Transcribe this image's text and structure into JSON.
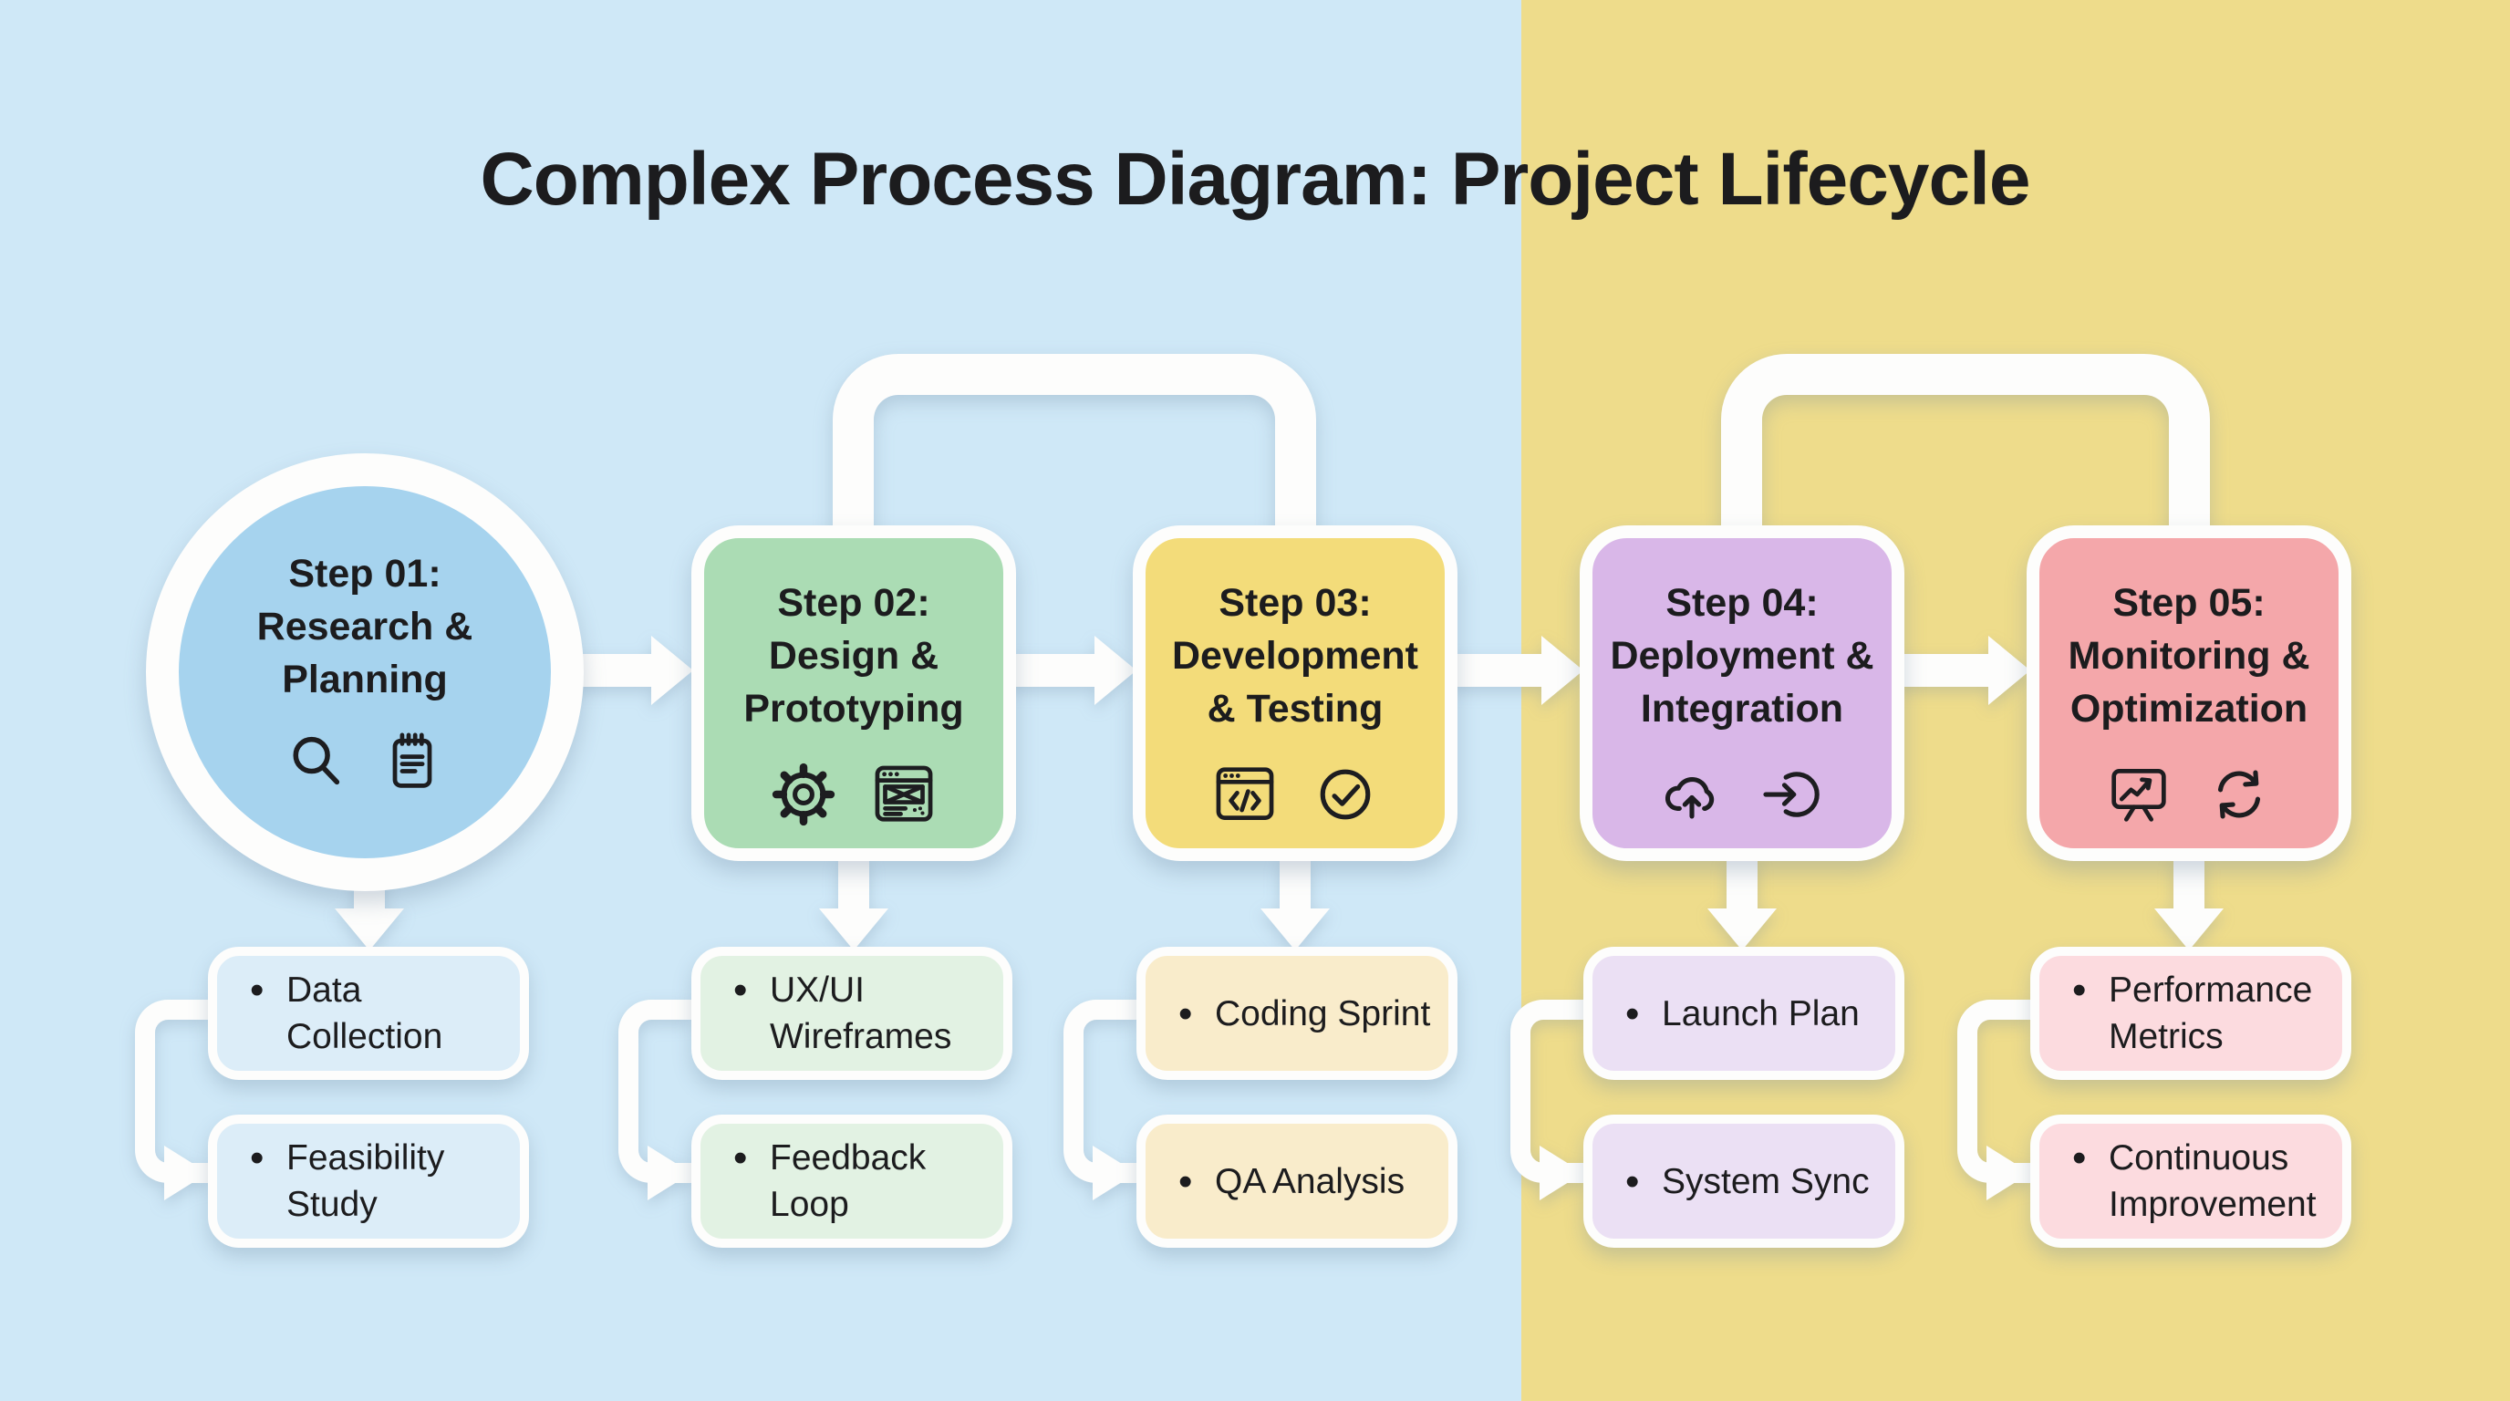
{
  "title": "Complex Process Diagram: Project Lifecycle",
  "colors": {
    "bg_left": "#cfe8f7",
    "bg_right": "#eedc8b",
    "connector": "#fdfdfc",
    "text": "#1c1c1e",
    "icon_stroke": "#1d1d20",
    "step1_fill": "#a6d3ee",
    "step1_sub": "#dcedf8",
    "step2_fill": "#abdcb4",
    "step2_sub": "#e2f2e3",
    "step3_fill": "#f3dc7a",
    "step3_sub": "#f9eccb",
    "step4_fill": "#d9b7e8",
    "step4_sub": "#ebe0f4",
    "step5_fill": "#f4a7aa",
    "step5_sub": "#fcdbdf"
  },
  "steps": [
    {
      "step_label": "Step 01:",
      "line1": "Research &",
      "line2": "Planning",
      "icons": [
        "magnifier-icon",
        "notepad-icon"
      ],
      "items": [
        {
          "bullet": "•",
          "label": "Data\nCollection"
        },
        {
          "bullet": "•",
          "label": "Feasibility\nStudy"
        }
      ]
    },
    {
      "step_label": "Step 02:",
      "line1": "Design &",
      "line2": "Prototyping",
      "icons": [
        "gear-icon",
        "wireframe-window-icon"
      ],
      "items": [
        {
          "bullet": "•",
          "label": "UX/UI\nWireframes"
        },
        {
          "bullet": "•",
          "label": "Feedback\nLoop"
        }
      ]
    },
    {
      "step_label": "Step 03:",
      "line1": "Development",
      "line2": "& Testing",
      "icons": [
        "code-window-icon",
        "check-circle-icon"
      ],
      "items": [
        {
          "bullet": "•",
          "label": "Coding Sprint"
        },
        {
          "bullet": "•",
          "label": "QA Analysis"
        }
      ]
    },
    {
      "step_label": "Step 04:",
      "line1": "Deployment &",
      "line2": "Integration",
      "icons": [
        "cloud-upload-icon",
        "login-arrow-icon"
      ],
      "items": [
        {
          "bullet": "•",
          "label": "Launch Plan"
        },
        {
          "bullet": "•",
          "label": "System Sync"
        }
      ]
    },
    {
      "step_label": "Step 05:",
      "line1": "Monitoring &",
      "line2": "Optimization",
      "icons": [
        "chart-board-icon",
        "sync-arrows-icon"
      ],
      "items": [
        {
          "bullet": "•",
          "label": "Performance\nMetrics"
        },
        {
          "bullet": "•",
          "label": "Continuous\nImprovement"
        }
      ]
    }
  ]
}
